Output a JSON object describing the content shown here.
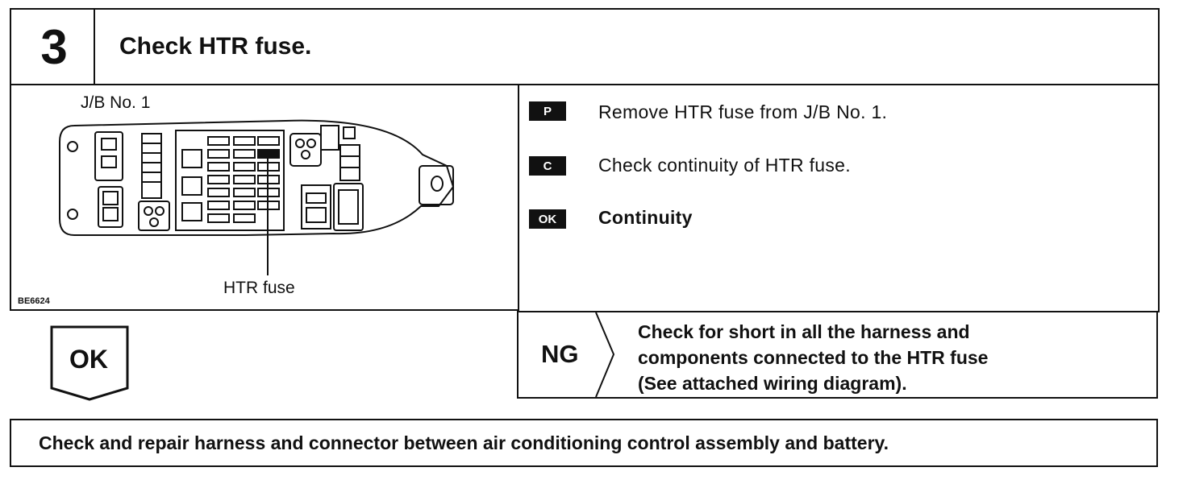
{
  "header": {
    "step_number": "3",
    "title": "Check HTR fuse."
  },
  "diagram": {
    "jb_label": "J/B No. 1",
    "fuse_callout": "HTR fuse",
    "figure_code": "BE6624"
  },
  "procedure": {
    "steps": [
      {
        "badge": "P",
        "text": "Remove HTR fuse from J/B No. 1."
      },
      {
        "badge": "C",
        "text": "Check continuity of HTR fuse."
      },
      {
        "badge": "OK",
        "text": "Continuity"
      }
    ]
  },
  "ok_branch": {
    "label": "OK"
  },
  "ng_branch": {
    "label": "NG",
    "lines": [
      "Check for short in all the harness and",
      "components connected to the HTR fuse",
      "(See attached wiring diagram)."
    ]
  },
  "result": {
    "text": "Check and repair harness and connector between air conditioning control assembly and battery."
  }
}
